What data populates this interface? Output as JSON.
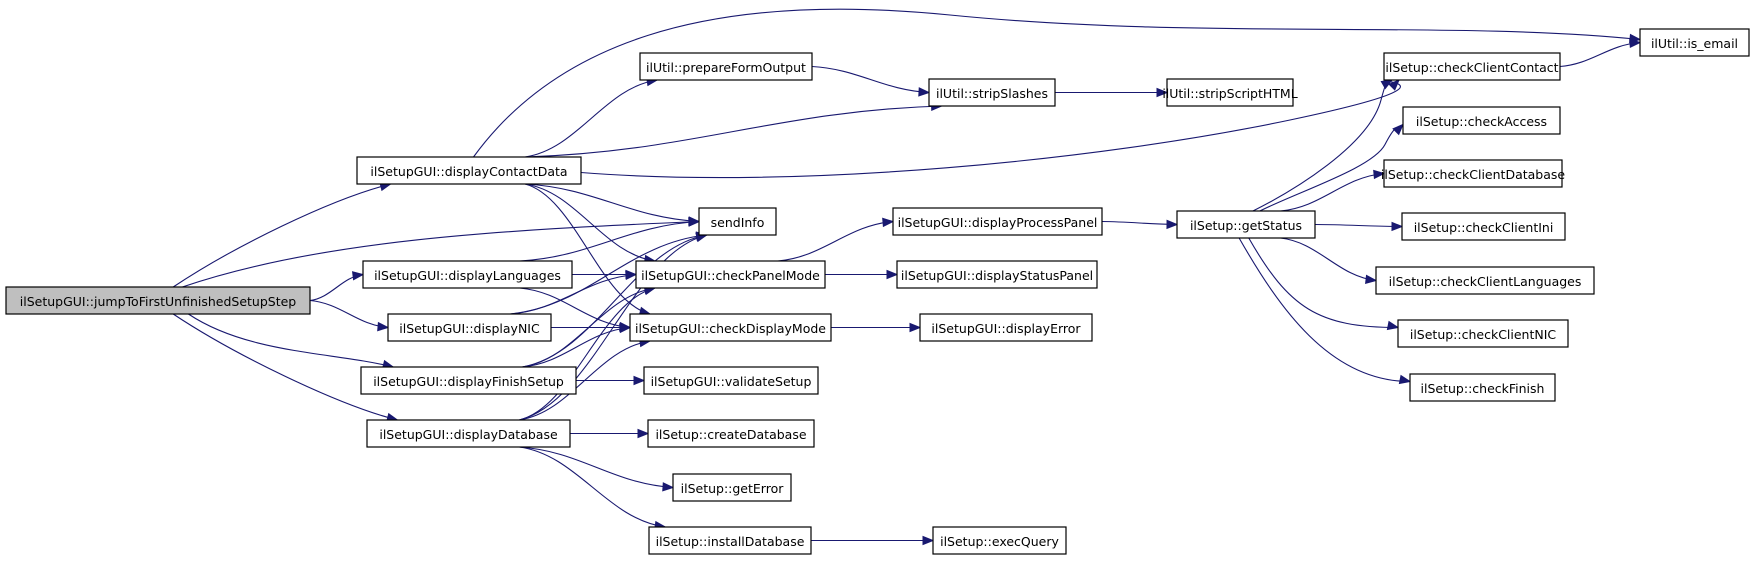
{
  "title": "Call graph for ilSetupGUI::jumpToFirstUnfinishedSetupStep",
  "colors": {
    "edge": "#191970",
    "root_fill": "#bfbfbf",
    "node_fill": "#ffffff",
    "node_border": "#000000"
  },
  "nodes": [
    {
      "id": "root",
      "label": "ilSetupGUI::jumpToFirstUnfinishedSetupStep",
      "root": true
    },
    {
      "id": "contact",
      "label": "ilSetupGUI::displayContactData"
    },
    {
      "id": "languages",
      "label": "ilSetupGUI::displayLanguages"
    },
    {
      "id": "nic",
      "label": "ilSetupGUI::displayNIC"
    },
    {
      "id": "finish",
      "label": "ilSetupGUI::displayFinishSetup"
    },
    {
      "id": "database",
      "label": "ilSetupGUI::displayDatabase"
    },
    {
      "id": "prepare",
      "label": "ilUtil::prepareFormOutput"
    },
    {
      "id": "sendinfo",
      "label": "sendInfo"
    },
    {
      "id": "panelmode",
      "label": "ilSetupGUI::checkPanelMode"
    },
    {
      "id": "displaymode",
      "label": "ilSetupGUI::checkDisplayMode"
    },
    {
      "id": "validate",
      "label": "ilSetupGUI::validateSetup"
    },
    {
      "id": "createdb",
      "label": "ilSetup::createDatabase"
    },
    {
      "id": "geterror",
      "label": "ilSetup::getError"
    },
    {
      "id": "installdb",
      "label": "ilSetup::installDatabase"
    },
    {
      "id": "stripslashes",
      "label": "ilUtil::stripSlashes"
    },
    {
      "id": "processpanel",
      "label": "ilSetupGUI::displayProcessPanel"
    },
    {
      "id": "statuspanel",
      "label": "ilSetupGUI::displayStatusPanel"
    },
    {
      "id": "displayerror",
      "label": "ilSetupGUI::displayError"
    },
    {
      "id": "execquery",
      "label": "ilSetup::execQuery"
    },
    {
      "id": "stripscript",
      "label": "ilUtil::stripScriptHTML"
    },
    {
      "id": "getstatus",
      "label": "ilSetup::getStatus"
    },
    {
      "id": "clientcontact",
      "label": "ilSetup::checkClientContact"
    },
    {
      "id": "access",
      "label": "ilSetup::checkAccess"
    },
    {
      "id": "clientdb",
      "label": "ilSetup::checkClientDatabase"
    },
    {
      "id": "clientini",
      "label": "ilSetup::checkClientIni"
    },
    {
      "id": "clientlang",
      "label": "ilSetup::checkClientLanguages"
    },
    {
      "id": "clientnic",
      "label": "ilSetup::checkClientNIC"
    },
    {
      "id": "checkfinish",
      "label": "ilSetup::checkFinish"
    },
    {
      "id": "isemail",
      "label": "ilUtil::is_email"
    }
  ],
  "edges": [
    {
      "from": "root",
      "to": "contact"
    },
    {
      "from": "root",
      "to": "sendinfo"
    },
    {
      "from": "root",
      "to": "languages"
    },
    {
      "from": "root",
      "to": "nic"
    },
    {
      "from": "root",
      "to": "finish"
    },
    {
      "from": "root",
      "to": "database"
    },
    {
      "from": "contact",
      "to": "prepare"
    },
    {
      "from": "contact",
      "to": "stripslashes"
    },
    {
      "from": "contact",
      "to": "isemail"
    },
    {
      "from": "contact",
      "to": "clientcontact"
    },
    {
      "from": "contact",
      "to": "sendinfo"
    },
    {
      "from": "contact",
      "to": "panelmode"
    },
    {
      "from": "contact",
      "to": "displaymode"
    },
    {
      "from": "languages",
      "to": "sendinfo"
    },
    {
      "from": "languages",
      "to": "panelmode"
    },
    {
      "from": "languages",
      "to": "displaymode"
    },
    {
      "from": "nic",
      "to": "sendinfo"
    },
    {
      "from": "nic",
      "to": "panelmode"
    },
    {
      "from": "nic",
      "to": "displaymode"
    },
    {
      "from": "finish",
      "to": "sendinfo"
    },
    {
      "from": "finish",
      "to": "panelmode"
    },
    {
      "from": "finish",
      "to": "displaymode"
    },
    {
      "from": "finish",
      "to": "validate"
    },
    {
      "from": "database",
      "to": "sendinfo"
    },
    {
      "from": "database",
      "to": "panelmode"
    },
    {
      "from": "database",
      "to": "displaymode"
    },
    {
      "from": "database",
      "to": "createdb"
    },
    {
      "from": "database",
      "to": "geterror"
    },
    {
      "from": "database",
      "to": "installdb"
    },
    {
      "from": "prepare",
      "to": "stripslashes"
    },
    {
      "from": "stripslashes",
      "to": "stripscript"
    },
    {
      "from": "panelmode",
      "to": "processpanel"
    },
    {
      "from": "panelmode",
      "to": "statuspanel"
    },
    {
      "from": "displaymode",
      "to": "displayerror"
    },
    {
      "from": "installdb",
      "to": "execquery"
    },
    {
      "from": "processpanel",
      "to": "getstatus"
    },
    {
      "from": "getstatus",
      "to": "clientcontact"
    },
    {
      "from": "getstatus",
      "to": "access"
    },
    {
      "from": "getstatus",
      "to": "clientdb"
    },
    {
      "from": "getstatus",
      "to": "clientini"
    },
    {
      "from": "getstatus",
      "to": "clientlang"
    },
    {
      "from": "getstatus",
      "to": "clientnic"
    },
    {
      "from": "getstatus",
      "to": "checkfinish"
    },
    {
      "from": "clientcontact",
      "to": "isemail"
    }
  ]
}
